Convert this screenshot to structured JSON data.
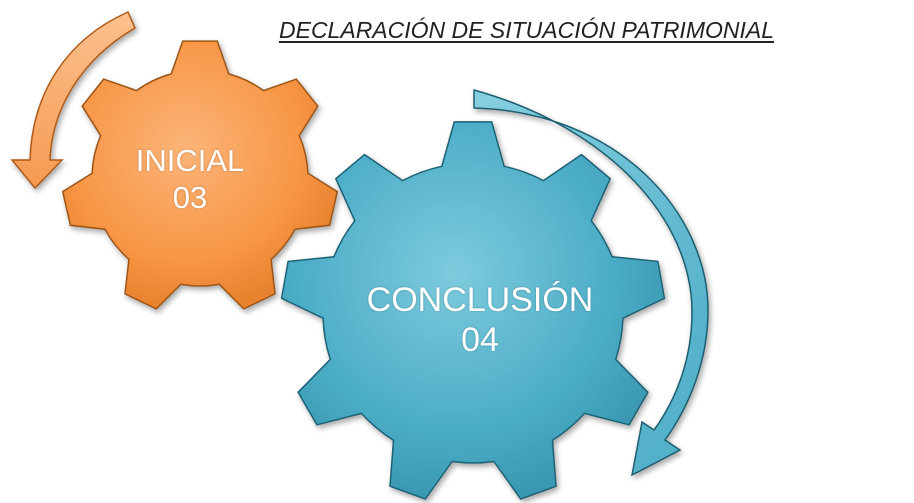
{
  "title": "DECLARACIÓN DE SITUACIÓN PATRIMONIAL",
  "colors": {
    "initial_gear": "#F79646",
    "conclusion_gear": "#4BACC6",
    "initial_arrow": "#F9A865",
    "conclusion_arrow": "#5BB9D2"
  },
  "gears": [
    {
      "name": "initial",
      "label": "INICIAL",
      "number": "03"
    },
    {
      "name": "conclusion",
      "label": "CONCLUSIÓN",
      "number": "04"
    }
  ]
}
